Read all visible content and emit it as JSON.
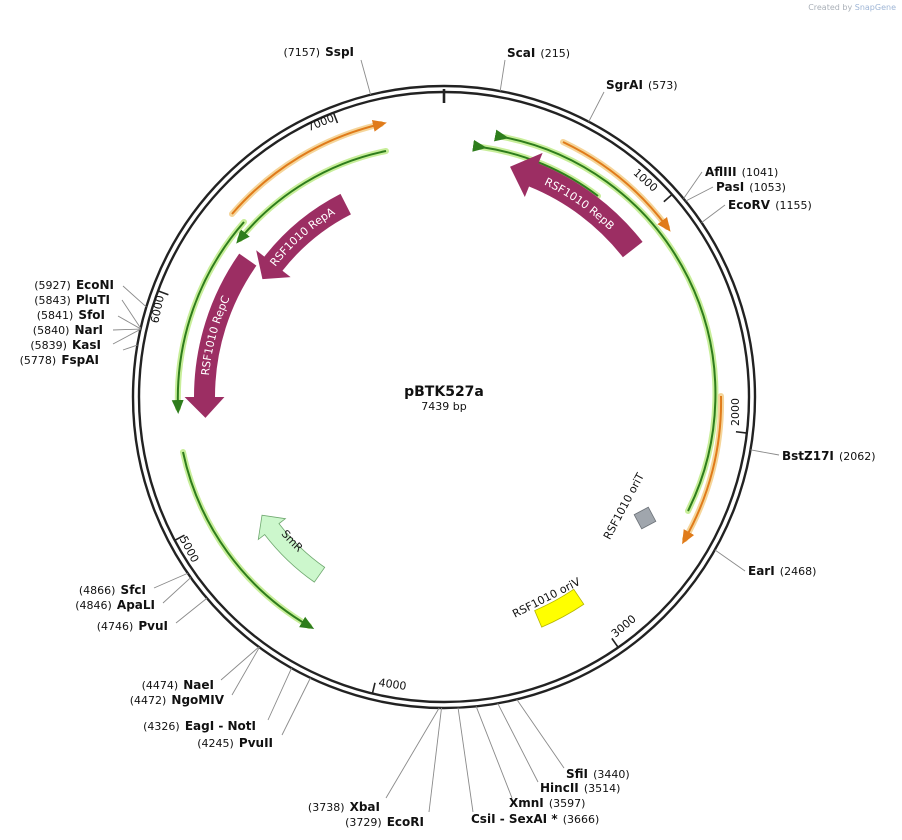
{
  "credit": {
    "prefix": "Created by",
    "brand": "SnapGene"
  },
  "plasmid": {
    "name": "pBTK527a",
    "size_label": "7439 bp",
    "length": 7439
  },
  "ticks": [
    {
      "pos": 1000,
      "label": "1000"
    },
    {
      "pos": 2000,
      "label": "2000"
    },
    {
      "pos": 3000,
      "label": "3000"
    },
    {
      "pos": 4000,
      "label": "4000"
    },
    {
      "pos": 5000,
      "label": "5000"
    },
    {
      "pos": 6000,
      "label": "6000"
    },
    {
      "pos": 7000,
      "label": "7000"
    }
  ],
  "enzymes": [
    {
      "name": "ScaI",
      "pos_label": "(215)",
      "pos": 215
    },
    {
      "name": "SgrAI",
      "pos_label": "(573)",
      "pos": 573
    },
    {
      "name": "AflIII",
      "pos_label": "(1041)",
      "pos": 1041
    },
    {
      "name": "PasI",
      "pos_label": "(1053)",
      "pos": 1053
    },
    {
      "name": "EcoRV",
      "pos_label": "(1155)",
      "pos": 1155
    },
    {
      "name": "BstZ17I",
      "pos_label": "(2062)",
      "pos": 2062
    },
    {
      "name": "EarI",
      "pos_label": "(2468)",
      "pos": 2468
    },
    {
      "name": "SfiI",
      "pos_label": "(3440)",
      "pos": 3440
    },
    {
      "name": "HincII",
      "pos_label": "(3514)",
      "pos": 3514
    },
    {
      "name": "XmnI",
      "pos_label": "(3597)",
      "pos": 3597
    },
    {
      "name": "CsiI - SexAI *",
      "pos_label": "(3666)",
      "pos": 3666
    },
    {
      "name": "EcoRI",
      "pos_label": "(3729)",
      "pos": 3729
    },
    {
      "name": "XbaI",
      "pos_label": "(3738)",
      "pos": 3738
    },
    {
      "name": "PvuII",
      "pos_label": "(4245)",
      "pos": 4245
    },
    {
      "name": "EagI - NotI",
      "pos_label": "(4326)",
      "pos": 4326
    },
    {
      "name": "NgoMIV",
      "pos_label": "(4472)",
      "pos": 4472
    },
    {
      "name": "NaeI",
      "pos_label": "(4474)",
      "pos": 4474
    },
    {
      "name": "PvuI",
      "pos_label": "(4746)",
      "pos": 4746
    },
    {
      "name": "ApaLI",
      "pos_label": "(4846)",
      "pos": 4846
    },
    {
      "name": "SfcI",
      "pos_label": "(4866)",
      "pos": 4866
    },
    {
      "name": "FspAI",
      "pos_label": "(5778)",
      "pos": 5778
    },
    {
      "name": "KasI",
      "pos_label": "(5839)",
      "pos": 5839
    },
    {
      "name": "NarI",
      "pos_label": "(5840)",
      "pos": 5840
    },
    {
      "name": "SfoI",
      "pos_label": "(5841)",
      "pos": 5841
    },
    {
      "name": "PluTI",
      "pos_label": "(5843)",
      "pos": 5843
    },
    {
      "name": "EcoNI",
      "pos_label": "(5927)",
      "pos": 5927
    },
    {
      "name": "SspI",
      "pos_label": "(7157)",
      "pos": 7157
    }
  ],
  "features": [
    {
      "name": "RSF1010 RepB",
      "type": "cds",
      "color": "#9c2e63"
    },
    {
      "name": "RSF1010 RepA",
      "type": "cds",
      "color": "#9c2e63"
    },
    {
      "name": "RSF1010 RepC",
      "type": "cds",
      "color": "#9c2e63"
    },
    {
      "name": "SmR",
      "type": "cds",
      "color": "#ccf7cc"
    },
    {
      "name": "RSF1010 oriV",
      "type": "origin",
      "color": "#ffff00"
    },
    {
      "name": "RSF1010 oriT",
      "type": "oriT",
      "color": "#a0a6ad"
    }
  ],
  "colors": {
    "backbone": "#222222",
    "orf_line": "#2e7d1c",
    "orf_glow": "#c8ee9a",
    "orange": "#e07b1a",
    "orange_glow": "#f5d59a"
  }
}
